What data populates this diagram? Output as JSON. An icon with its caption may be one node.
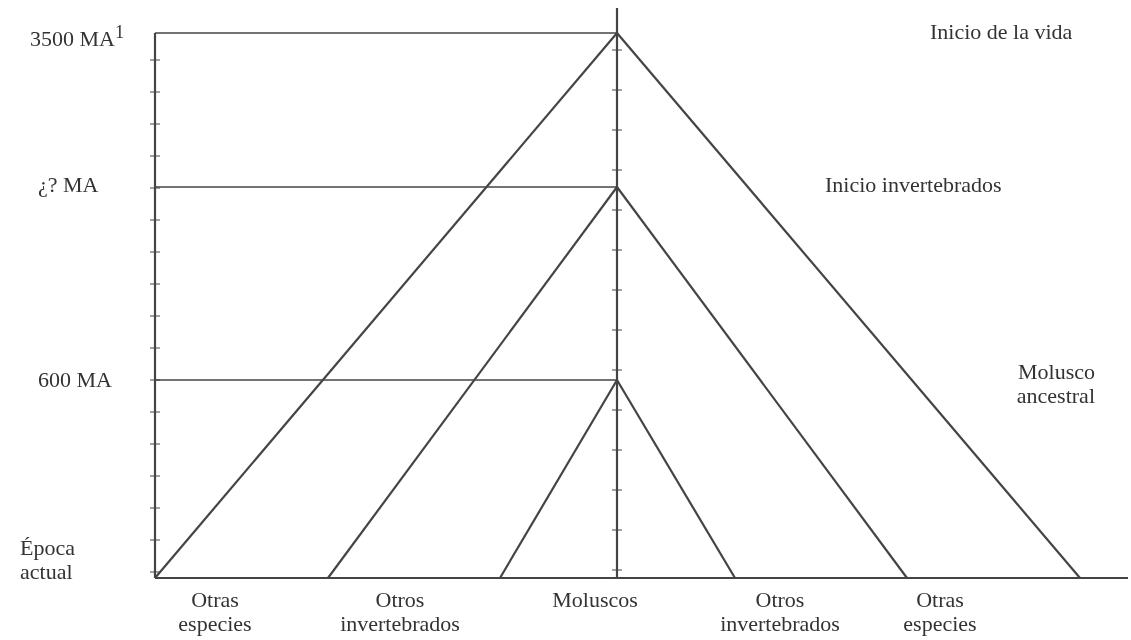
{
  "diagram": {
    "labels": [
      "3500 MA$^{1}$",
      "Inicio de la vida",
      "¿? MA",
      "Inicio invertebrados",
      "600 MA",
      "Molusco ancestral",
      "Época actual",
      "Otras especies",
      "Otros invertebrados",
      "Moluscos",
      "Otros invertebrados",
      "Otras especies"
    ]
  }
}
